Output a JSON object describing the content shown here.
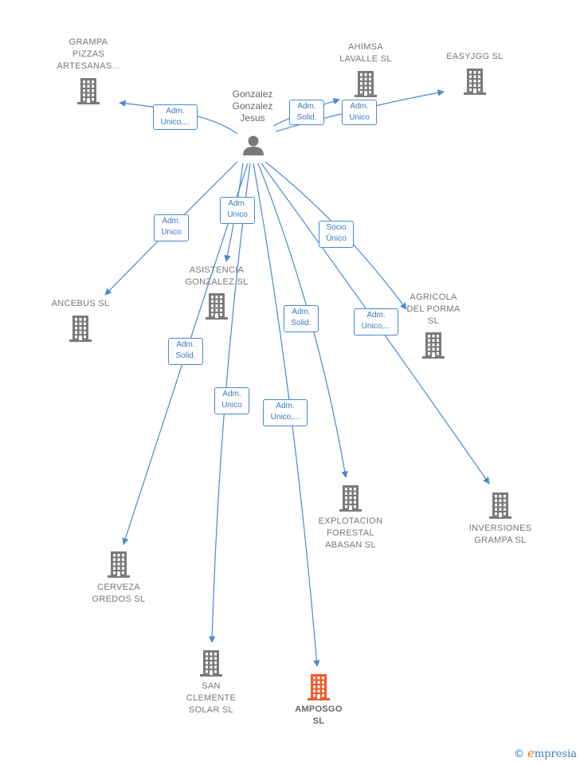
{
  "person": {
    "name": "Gonzalez\nGonzalez\nJesus",
    "icon": "person-icon"
  },
  "companies": [
    {
      "id": "grampa_pizzas",
      "label": "GRAMPA\nPIZZAS\nARTESANAS...",
      "highlight": false
    },
    {
      "id": "ahimsa",
      "label": "AHIMSA\nLAVALLE SL",
      "highlight": false
    },
    {
      "id": "easyjgg",
      "label": "EASYJGG  SL",
      "highlight": false
    },
    {
      "id": "ancebus",
      "label": "ANCEBUS  SL",
      "highlight": false
    },
    {
      "id": "asistencia",
      "label": "ASISTENCIA\nGONZALEZ  SL",
      "highlight": false
    },
    {
      "id": "agricola",
      "label": "AGRICOLA\nDEL PORMA\nSL",
      "highlight": false
    },
    {
      "id": "cerveza",
      "label": "CERVEZA\nGREDOS SL",
      "highlight": false
    },
    {
      "id": "explotacion",
      "label": "EXPLOTACION\nFORESTAL\nABASAN  SL",
      "highlight": false
    },
    {
      "id": "inversiones",
      "label": "INVERSIONES\nGRAMPA  SL",
      "highlight": false
    },
    {
      "id": "san_clemente",
      "label": "SAN\nCLEMENTE\nSOLAR SL",
      "highlight": false
    },
    {
      "id": "amposgo",
      "label": "AMPOSGO\nSL",
      "highlight": true
    }
  ],
  "relations": [
    {
      "target": "grampa_pizzas",
      "label": "Adm.\nUnico,..."
    },
    {
      "target": "ahimsa",
      "label": "Adm.\nSolid."
    },
    {
      "target": "easyjgg",
      "label": "Adm.\nUnico"
    },
    {
      "target": "ancebus",
      "label": "Adm.\nUnico"
    },
    {
      "target": "asistencia",
      "label": "Adm.\nUnico"
    },
    {
      "target": "agricola",
      "label": "Socio\nÚnico"
    },
    {
      "target": "cerveza",
      "label": "Adm.\nSolid."
    },
    {
      "target": "san_clemente",
      "label": "Adm.\nUnico"
    },
    {
      "target": "amposgo",
      "label": "Adm.\nUnico,..."
    },
    {
      "target": "explotacion",
      "label": "Adm.\nSolid."
    },
    {
      "target": "inversiones",
      "label": "Adm.\nUnico,..."
    }
  ],
  "colors": {
    "edge": "#4a88d4",
    "building": "#7a7a7a",
    "building_highlight": "#f05a28",
    "person": "#7a7a7a"
  },
  "footer": {
    "copyright_symbol": "©",
    "brand_initial": "e",
    "brand_rest": "mpresia"
  }
}
